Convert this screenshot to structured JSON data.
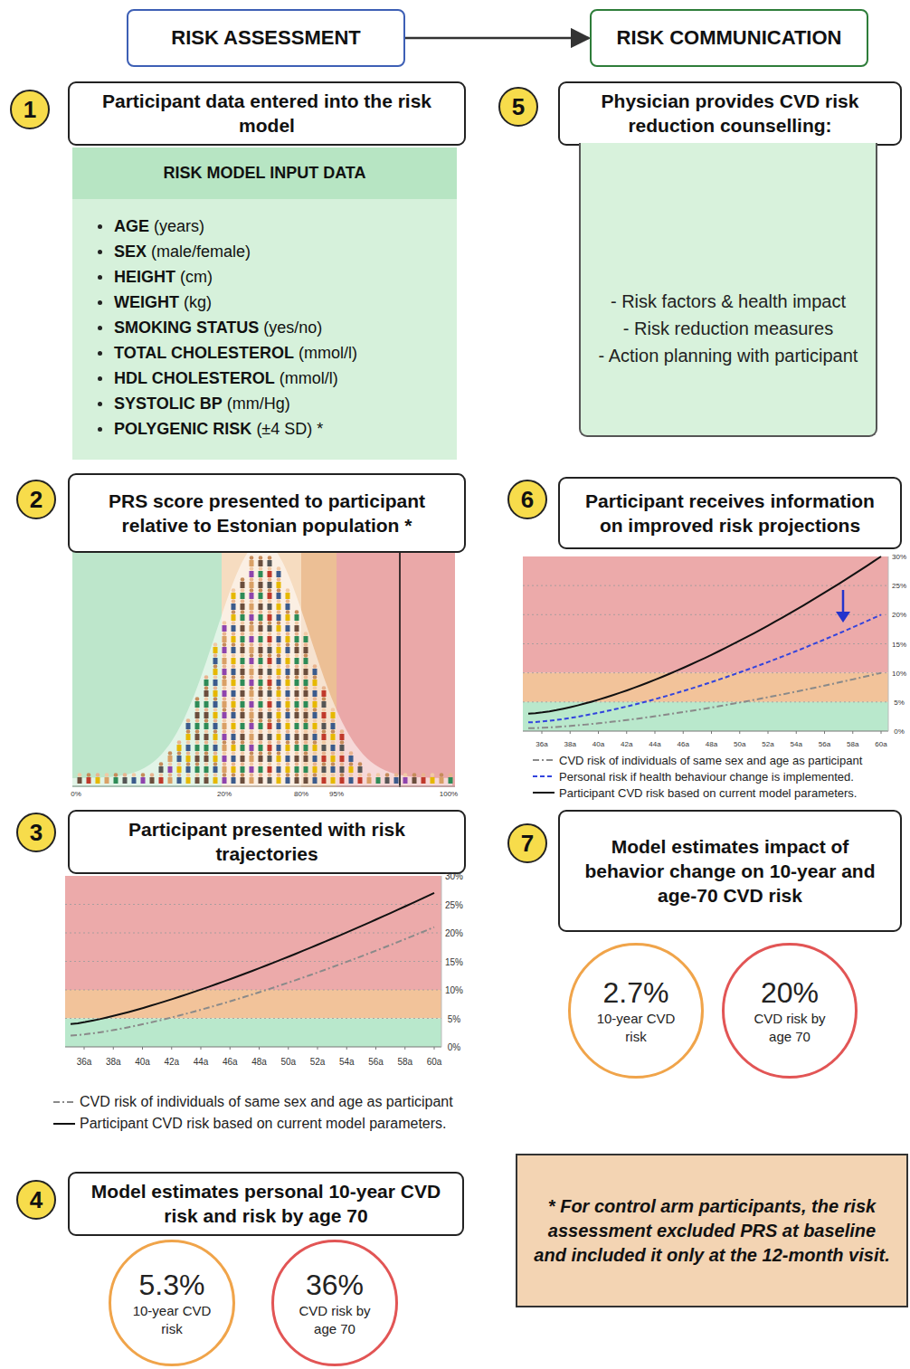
{
  "diagram": {
    "nodes": [
      {
        "text": [
          "RISK ASSESSMENT"
        ]
      },
      {
        "text": [
          "RISK COMMUNICATION"
        ]
      },
      {
        "text": [
          "1"
        ]
      },
      {
        "text": [
          "Participant data entered into the risk model"
        ]
      },
      {
        "text": [
          "RISK MODEL INPUT DATA",
          "AGE (years)",
          "SEX (male/female)",
          "HEIGHT (cm)",
          "WEIGHT (kg)",
          "SMOKING STATUS (yes/no)",
          "TOTAL CHOLESTEROL (mmol/l)",
          "HDL CHOLESTEROL (mmol/l)",
          "SYSTOLIC BP (mm/Hg)",
          "POLYGENIC RISK (±4 SD) *"
        ]
      },
      {
        "text": [
          "5"
        ]
      },
      {
        "text": [
          "Physician provides CVD risk reduction counselling:"
        ]
      },
      {
        "text": [
          "- Risk factors & health impact",
          "- Risk reduction measures",
          "- Action planning with participant"
        ]
      },
      {
        "text": [
          "2"
        ]
      },
      {
        "text": [
          "PRS score presented to participant relative to Estonian population *"
        ]
      },
      {
        "text": [
          "6"
        ]
      },
      {
        "text": [
          "Participant receives information on improved risk projections"
        ]
      },
      {
        "text": [
          "3"
        ]
      },
      {
        "text": [
          "Participant presented with risk trajectories"
        ]
      },
      {
        "text": [
          "7"
        ]
      },
      {
        "text": [
          "Model estimates impact of behavior change on 10-year and age-70 CVD risk"
        ]
      },
      {
        "text": [
          "4"
        ]
      },
      {
        "text": [
          "Model estimates personal 10-year CVD risk and risk by age 70"
        ]
      },
      {
        "text": [
          "5.3%",
          "10-year CVD risk"
        ]
      },
      {
        "text": [
          "36%",
          "CVD risk by age 70"
        ]
      },
      {
        "text": [
          "2.7%",
          "10-year CVD risk"
        ]
      },
      {
        "text": [
          "20%",
          "CVD risk by age 70"
        ]
      },
      {
        "text": [
          "* For control arm participants, the risk assessment excluded PRS at baseline and included it only at the 12-month visit."
        ]
      }
    ],
    "edges": [
      {
        "from": 0,
        "to": 1,
        "arrow": "to"
      }
    ],
    "labels": [
      "0%",
      "20%",
      "80%",
      "95%",
      "100%",
      "30%",
      "25%",
      "20%",
      "15%",
      "10%",
      "5%",
      "0%",
      "36a",
      "38a",
      "40a",
      "42a",
      "44a",
      "46a",
      "48a",
      "50a",
      "52a",
      "54a",
      "56a",
      "58a",
      "60a",
      "30%",
      "25%",
      "20%",
      "15%",
      "10%",
      "5%",
      "0%",
      "36a",
      "38a",
      "40a",
      "42a",
      "44a",
      "46a",
      "48a",
      "50a",
      "52a",
      "54a",
      "56a",
      "58a",
      "60a"
    ],
    "legend": [
      {
        "text": "CVD risk of individuals of same sex and age as participant"
      },
      {
        "text": "Participant CVD risk based on current model parameters."
      },
      {
        "text": "CVD risk of individuals of same sex and age as participant"
      },
      {
        "text": "Personal risk if health behaviour change is implemented."
      },
      {
        "text": "Participant CVD risk based on current model parameters."
      }
    ]
  }
}
